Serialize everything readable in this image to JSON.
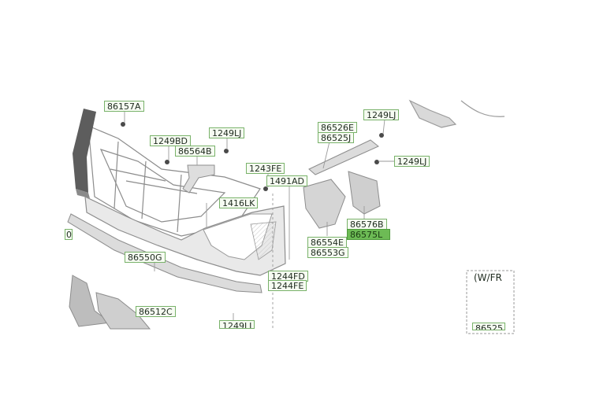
{
  "labels": {
    "p86157A": "86157A",
    "p1249BD": "1249BD",
    "p1249LJ_a": "1249LJ",
    "p86564B": "86564B",
    "p1243FE": "1243FE",
    "p1491AD": "1491AD",
    "p1416LK": "1416LK",
    "p86526E": "86526E",
    "p86525J": "86525J",
    "p1249LJ_b": "1249LJ",
    "p1249LJ_c": "1249LJ",
    "p86576B": "86576B",
    "p86575L": "86575L",
    "p86554E": "86554E",
    "p86553G": "86553G",
    "p86550G": "86550G",
    "p1244FD": "1244FD",
    "p1244FE": "1244FE",
    "p86512C": "86512C",
    "p1249LJ_d": "1249LJ",
    "wfr_note": "(W/FR",
    "p8652x_partial": "86525",
    "edge_partial": "0"
  },
  "colors": {
    "label_border": "#79b26a",
    "label_fill": "#f6fbf2",
    "highlight_fill": "#6dbb55",
    "line": "#9a9a9a",
    "part_fill": "#e3e3e3"
  }
}
